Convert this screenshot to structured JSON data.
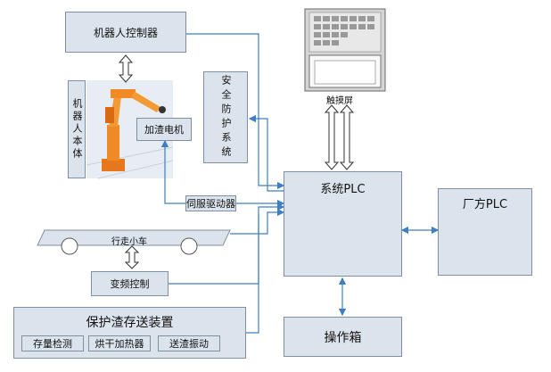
{
  "labels": {
    "robot_controller": "机器人控制器",
    "robot_body": "机器人本体",
    "slag_motor": "加渣电机",
    "safety_system": "安全防护系统",
    "touchscreen": "触摸屏",
    "system_plc": "系统PLC",
    "factory_plc": "厂方PLC",
    "servo_driver": "伺服驱动器",
    "trolley": "行走小车",
    "vfd_control": "变频控制",
    "storage_device": "保护渣存送装置",
    "storage_detect": "存量检测",
    "dry_heater": "烘干加热器",
    "slag_vibration": "送渣振动",
    "operator_box": "操作箱"
  },
  "colors": {
    "box_fill": "#dbe4ec",
    "box_border": "#7f8f9f",
    "arrow_blue": "#3d7fc4",
    "plc_yellow": "#f2e600"
  }
}
